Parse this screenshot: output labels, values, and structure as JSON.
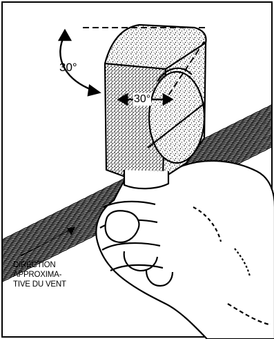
{
  "labels": {
    "angle_top": "30°",
    "angle_mid": "30°",
    "wind_direction": [
      "DIRECTION",
      "APPROXIMA-",
      "TIVE DU VENT"
    ]
  },
  "icons": [
    "curved-arrow-icon",
    "horizontal-double-arrow-icon",
    "wind-arrow-icon",
    "hand-held-meter-icon"
  ],
  "colors": {
    "ink": "#000000",
    "paper": "#ffffff"
  }
}
